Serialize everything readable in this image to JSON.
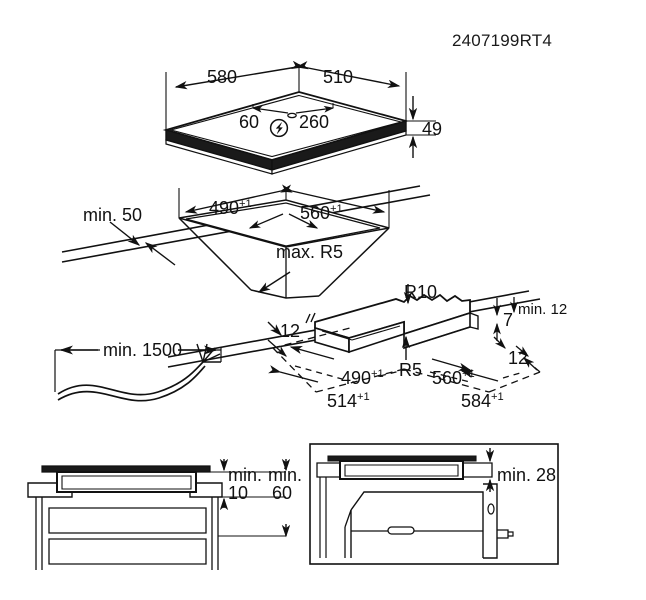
{
  "document": {
    "code": "2407199RT4",
    "type": "appliance-installation-dimension-drawing",
    "background_color": "#ffffff",
    "line_color": "#111111"
  },
  "figures": {
    "hob_overview": {
      "name": "cooktop-isometric-overview",
      "labels": {
        "width": "580",
        "depth": "510",
        "connection_left": "60",
        "connection_right": "260",
        "height": "49"
      },
      "icons": [
        {
          "name": "electrical-connection-icon",
          "glyph": "lightning-bolt-in-circle"
        }
      ]
    },
    "worktop_cutout": {
      "name": "worktop-cutout-isometric",
      "labels": {
        "edge_clearance": "min. 50",
        "cutout_depth": "490",
        "cutout_depth_tol": "+1",
        "cutout_width": "560",
        "cutout_width_tol": "+1",
        "corner_radius": "max. R5"
      }
    },
    "cutout_detail": {
      "name": "cutout-section-detail-isometric",
      "labels": {
        "outer_radius": "R10",
        "inner_radius": "R5",
        "left_overhang": "12",
        "seat_depth": "7",
        "min_rear": "min. 12",
        "right_overhang": "12",
        "cutout_depth": "490",
        "cutout_depth_tol": "+1",
        "cutout_width": "560",
        "cutout_width_tol": "+1",
        "outer_depth": "514",
        "outer_depth_tol": "+1",
        "outer_width": "584",
        "outer_width_tol": "+1"
      }
    },
    "cable": {
      "name": "mains-cable-length-detail",
      "labels": {
        "cable_length": "min. 1500"
      }
    },
    "section_drawers": {
      "name": "installation-section-over-drawers",
      "labels": {
        "clearance_top": "min.",
        "clearance_top_value": "10",
        "clearance_cavity": "min.",
        "clearance_cavity_value": "60"
      }
    },
    "section_oven": {
      "name": "installation-section-over-oven",
      "labels": {
        "clearance_oven": "min. 28"
      }
    }
  }
}
